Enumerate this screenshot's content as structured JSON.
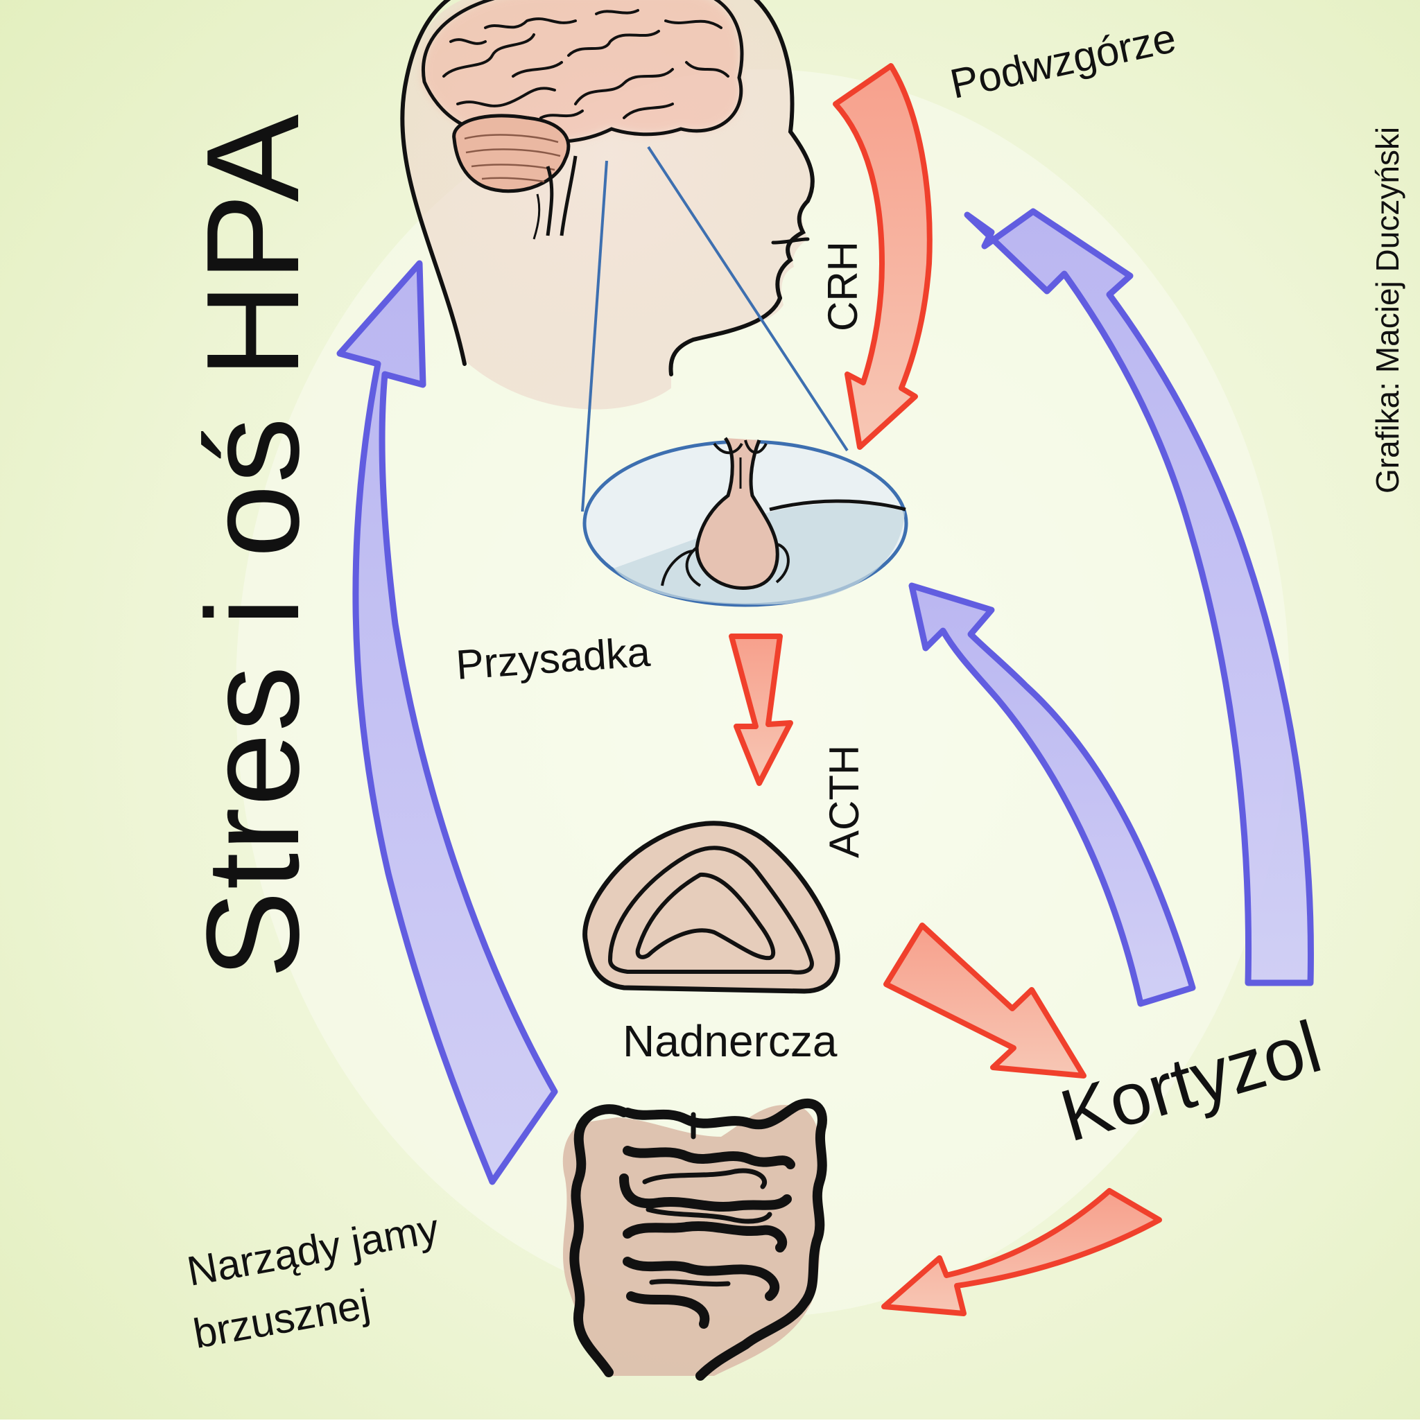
{
  "diagram": {
    "title": "Stres i oś HPA",
    "credit": "Grafika: Maciej Duczyński",
    "nodes": {
      "hypothalamus": "Podwzgórze",
      "pituitary": "Przysadka",
      "adrenal": "Nadnercza",
      "cortisol": "Kortyzol",
      "abdominal": "Narządy jamy",
      "abdominal_line2": "brzusznej"
    },
    "hormones": {
      "crh": "CRH",
      "acth": "ACTH"
    },
    "colors": {
      "background": "#f1f6d9",
      "stimulation_arrow": "#f0402c",
      "feedback_arrow": "#5a55e0",
      "skin": "#f2c4b0",
      "organ": "#d9b9a6",
      "outline": "#111111",
      "pituitary_outline": "#3d6fb0"
    }
  }
}
